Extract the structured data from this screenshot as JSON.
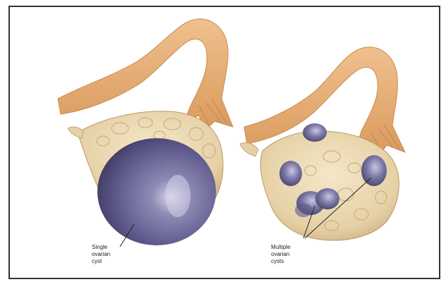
{
  "labels": {
    "single": {
      "lines": [
        "Single",
        "ovarian",
        "cyst"
      ]
    },
    "multiple": {
      "lines": [
        "Multiple",
        "ovarian",
        "cysts"
      ]
    }
  },
  "colors": {
    "tube": "#e9b07a",
    "tube_dark": "#d89557",
    "ovary_tissue": "#ecd9b4",
    "ovary_shadow": "#c9ad7e",
    "cyst": "#6e6a97",
    "cyst_dark": "#3f3b63",
    "cyst_light": "#b9b6d3",
    "leader_line": "#222222",
    "border": "#333333"
  }
}
